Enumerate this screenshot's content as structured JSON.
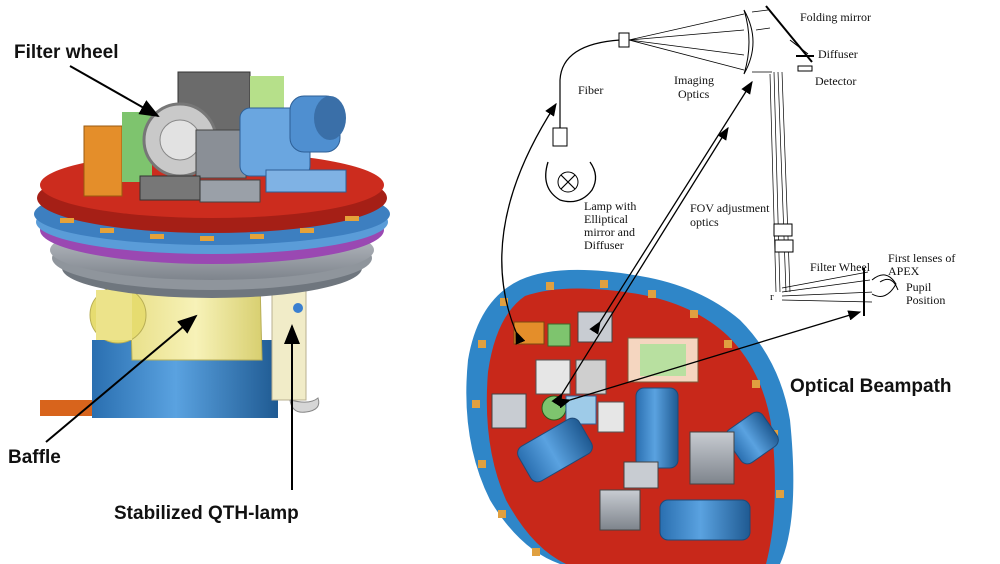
{
  "left_labels": {
    "filter_wheel": "Filter wheel",
    "baffle": "Baffle",
    "qth_lamp": "Stabilized QTH-lamp"
  },
  "schematic_labels": {
    "folding_mirror": "Folding mirror",
    "diffuser": "Diffuser",
    "detector": "Detector",
    "fiber": "Fiber",
    "imaging_optics_1": "Imaging",
    "imaging_optics_2": "Optics",
    "lamp_1": "Lamp with",
    "lamp_2": "Elliptical",
    "lamp_3": "mirror and",
    "lamp_4": "Diffuser",
    "fov_1": "FOV adjustment",
    "fov_2": "optics",
    "filter_wheel": "Filter Wheel",
    "first_lenses_1": "First lenses of",
    "first_lenses_2": "APEX",
    "pupil_1": "Pupil",
    "pupil_2": "Position",
    "r_mark": "r"
  },
  "right_caption": "Optical Beampath",
  "colors": {
    "flange_red": "#c0281c",
    "flange_blue": "#2f86c8",
    "mount_purple": "#a050b8",
    "lamp_yellow": "#f2ec9a",
    "cylinder_blue": "#2f7ec4",
    "steel_grey": "#9aa0a8",
    "bracket_orange": "#e0902a",
    "mechanism_blue": "#6aa6e0"
  }
}
